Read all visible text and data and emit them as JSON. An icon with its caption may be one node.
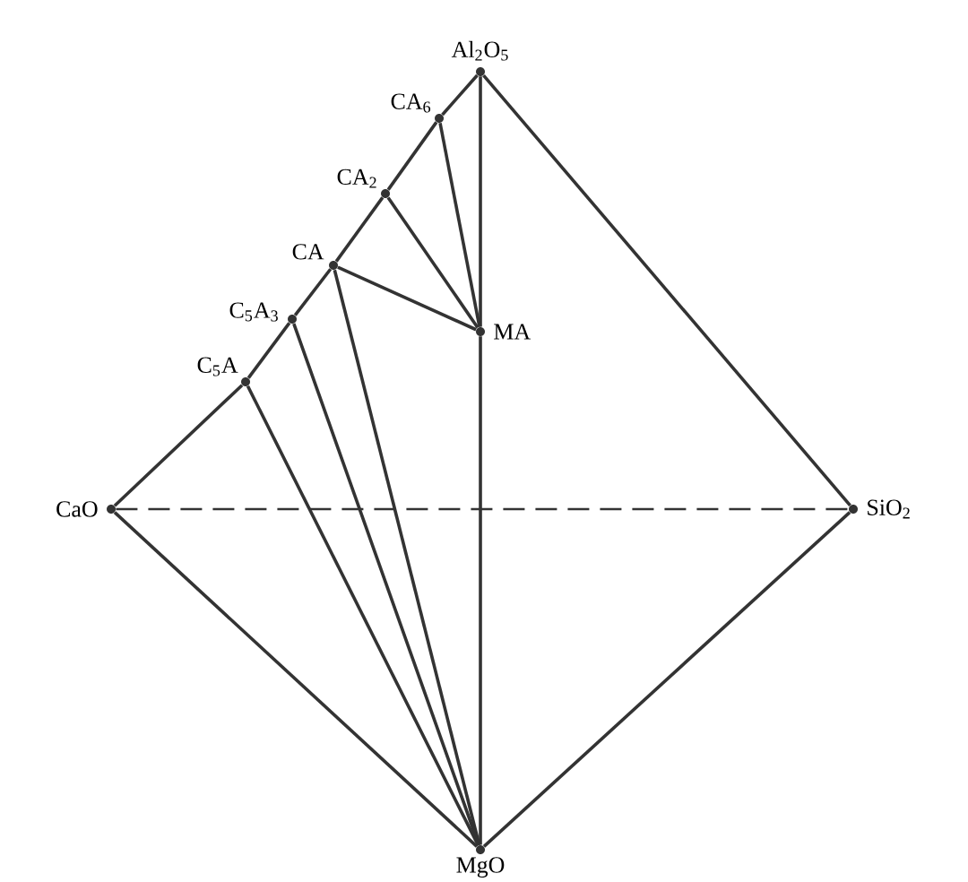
{
  "diagram": {
    "nodes": [
      {
        "text": [
          "Al$_{2}$O$_{5}$"
        ]
      },
      {
        "text": [
          "CA$_{6}$"
        ]
      },
      {
        "text": [
          "CA$_{2}$"
        ]
      },
      {
        "text": [
          "CA"
        ]
      },
      {
        "text": [
          "C$_{5}$A$_{3}$"
        ]
      },
      {
        "text": [
          "C$_{5}$A"
        ]
      },
      {
        "text": [
          "CaO"
        ]
      },
      {
        "text": [
          "MA"
        ]
      },
      {
        "text": [
          "SiO$_{2}$"
        ]
      },
      {
        "text": [
          "MgO"
        ]
      }
    ],
    "edges": [
      {
        "from": 0,
        "to": 1,
        "arrow": "none"
      },
      {
        "from": 1,
        "to": 2,
        "arrow": "none"
      },
      {
        "from": 2,
        "to": 3,
        "arrow": "none"
      },
      {
        "from": 3,
        "to": 4,
        "arrow": "none"
      },
      {
        "from": 4,
        "to": 5,
        "arrow": "none"
      },
      {
        "from": 5,
        "to": 6,
        "arrow": "none"
      },
      {
        "from": 0,
        "to": 8,
        "arrow": "none"
      },
      {
        "from": 0,
        "to": 7,
        "arrow": "none"
      },
      {
        "from": 7,
        "to": 9,
        "arrow": "none"
      },
      {
        "from": 6,
        "to": 9,
        "arrow": "none"
      },
      {
        "from": 8,
        "to": 9,
        "arrow": "none"
      },
      {
        "from": 6,
        "to": 8,
        "arrow": "none",
        "style": "dashed"
      },
      {
        "from": 1,
        "to": 7,
        "arrow": "none"
      },
      {
        "from": 2,
        "to": 7,
        "arrow": "none"
      },
      {
        "from": 3,
        "to": 7,
        "arrow": "none"
      },
      {
        "from": 3,
        "to": 9,
        "arrow": "none"
      },
      {
        "from": 4,
        "to": 9,
        "arrow": "none"
      },
      {
        "from": 5,
        "to": 9,
        "arrow": "none"
      }
    ]
  }
}
